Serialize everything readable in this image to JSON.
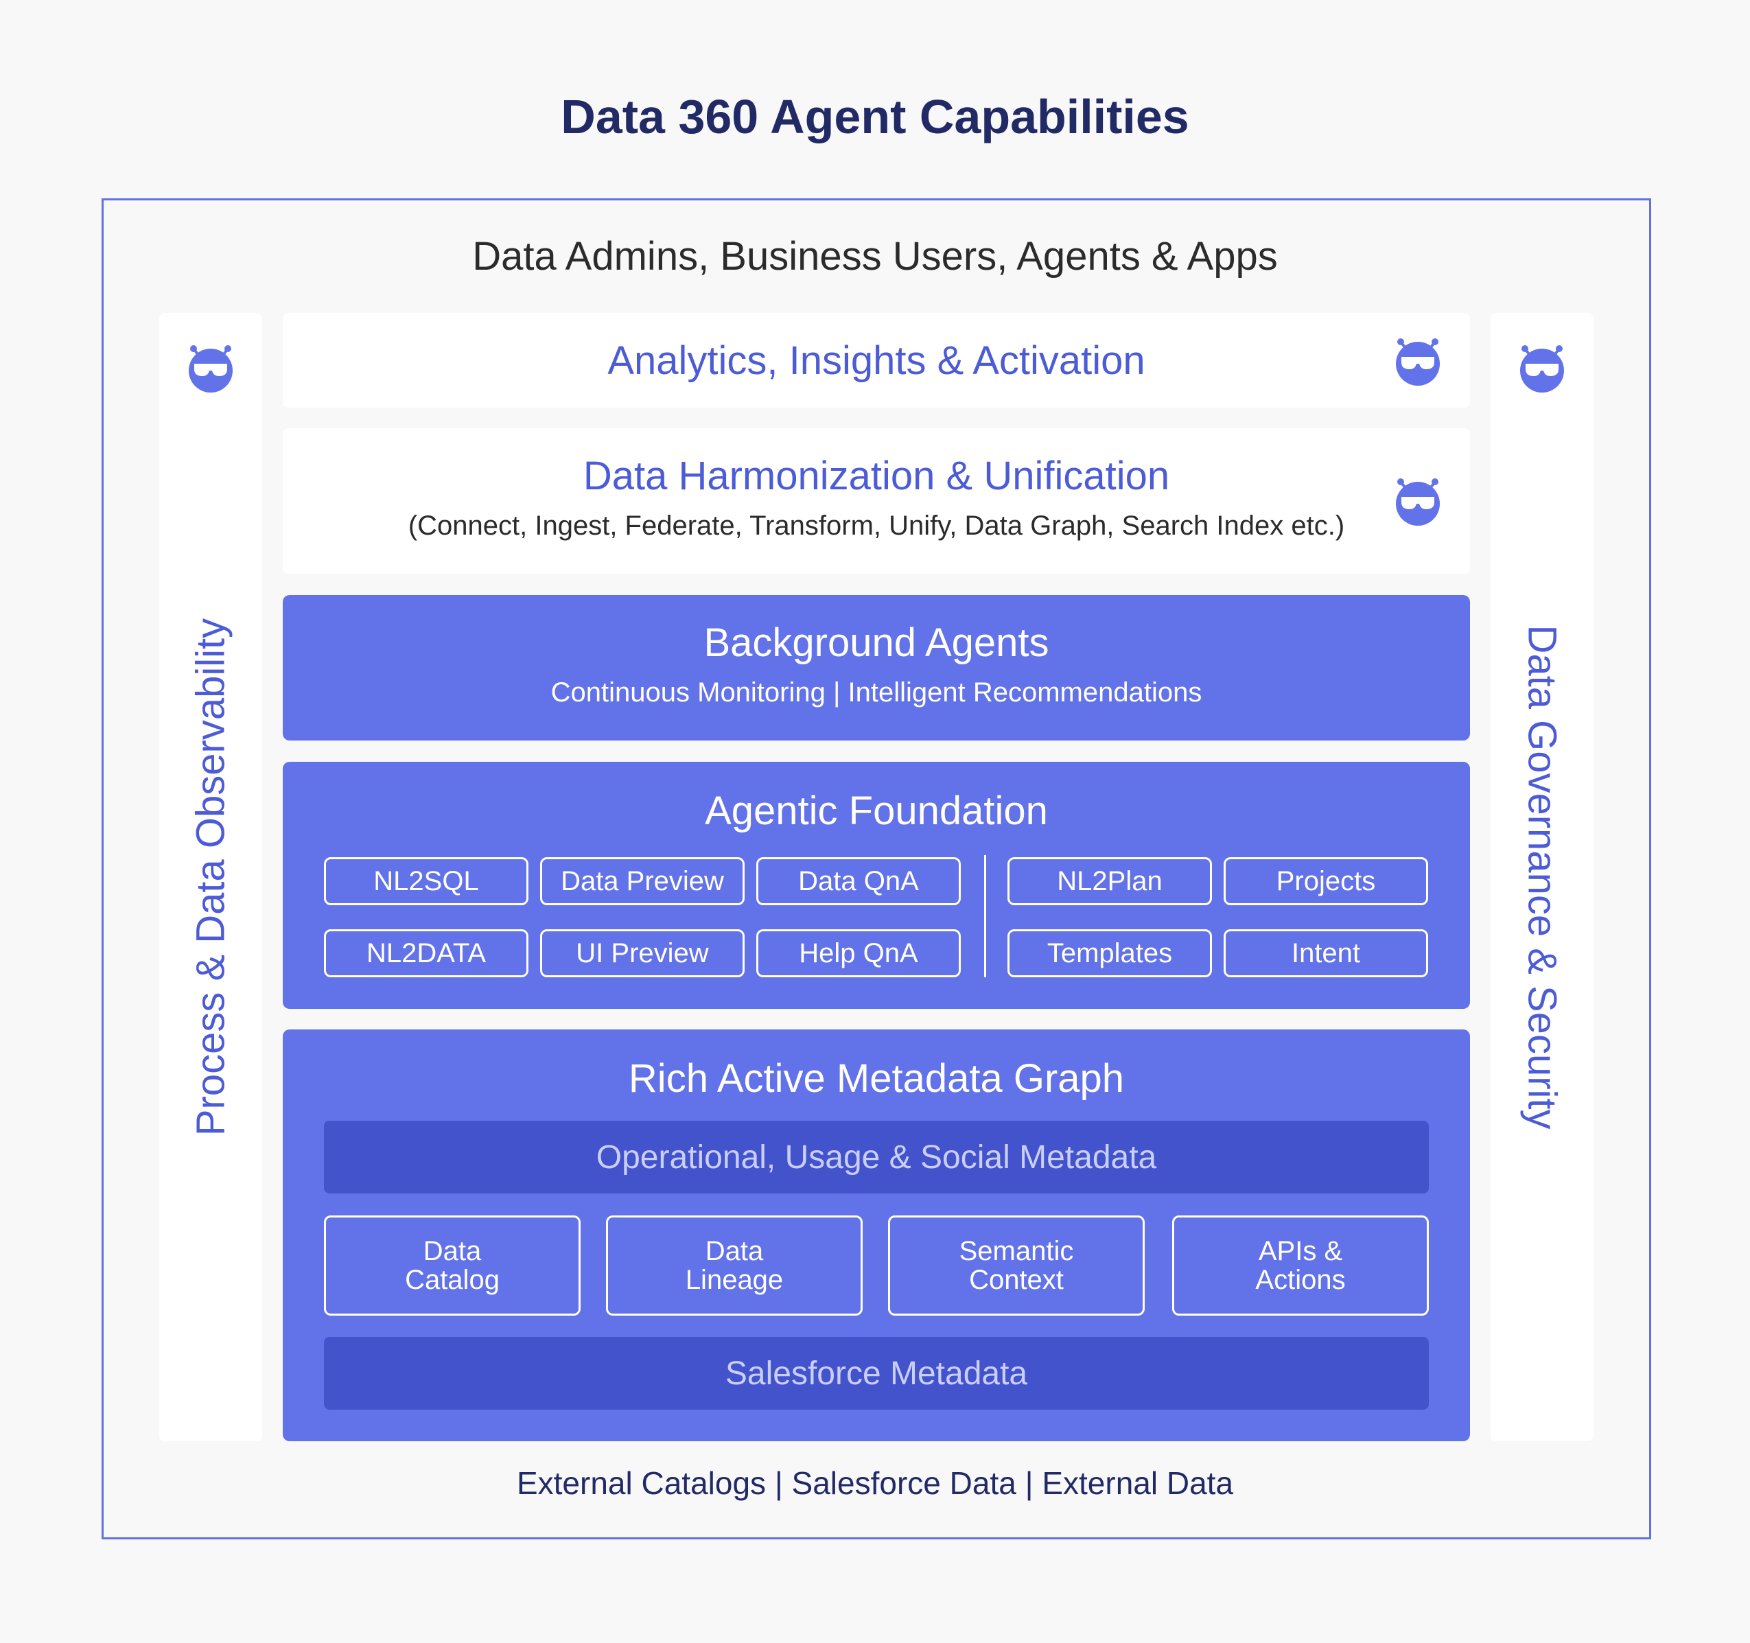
{
  "title": "Data 360 Agent Capabilities",
  "audience": "Data Admins, Business Users, Agents & Apps",
  "left_pillar": {
    "label": "Process & Data Observability",
    "icon": "agent-robot-icon"
  },
  "right_pillar": {
    "label": "Data Governance & Security",
    "icon": "agent-robot-icon"
  },
  "analytics": {
    "title": "Analytics, Insights & Activation",
    "icon": "agent-robot-icon"
  },
  "harmonization": {
    "title": "Data Harmonization & Unification",
    "subtitle": "(Connect, Ingest, Federate, Transform, Unify, Data Graph, Search Index etc.)",
    "icon": "agent-robot-icon"
  },
  "background_agents": {
    "title": "Background Agents",
    "subtitle": "Continuous Monitoring | Intelligent Recommendations"
  },
  "agentic_foundation": {
    "title": "Agentic Foundation",
    "left_chips": [
      "NL2SQL",
      "Data Preview",
      "Data QnA",
      "NL2DATA",
      "UI Preview",
      "Help QnA"
    ],
    "right_chips": [
      "NL2Plan",
      "Projects",
      "Templates",
      "Intent"
    ]
  },
  "metadata_graph": {
    "title": "Rich Active Metadata Graph",
    "top_band": "Operational, Usage & Social Metadata",
    "cards": [
      [
        "Data",
        "Catalog"
      ],
      [
        "Data",
        "Lineage"
      ],
      [
        "Semantic",
        "Context"
      ],
      [
        "APIs &",
        "Actions"
      ]
    ],
    "bottom_band": "Salesforce Metadata"
  },
  "sources": "External Catalogs | Salesforce Data | External Data",
  "colors": {
    "accent": "#6272e8",
    "accent_dark": "#4353cc",
    "heading_blue": "#4c5bd6",
    "title_navy": "#222a66",
    "border": "#6272e2"
  }
}
